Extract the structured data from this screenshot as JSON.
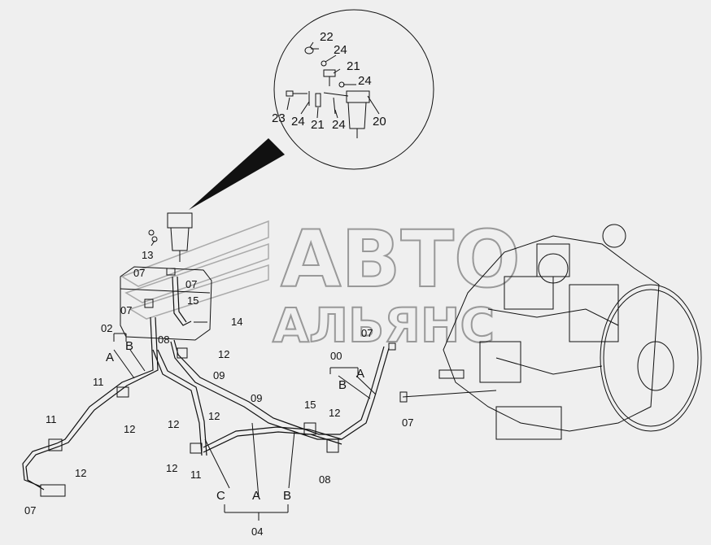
{
  "watermark": {
    "line1": "АВТО",
    "line2": "АЛЬЯНС"
  },
  "labels": {
    "p22": "22",
    "p24a": "24",
    "p21a": "21",
    "p24b": "24",
    "p23": "23",
    "p24c": "24",
    "p21b": "21",
    "p24d": "24",
    "p20": "20",
    "p13": "13",
    "p07a": "07",
    "p07b": "07",
    "p15a": "15",
    "p07c": "07",
    "p14": "14",
    "p02": "02",
    "pA1": "A",
    "pB1": "B",
    "p08a": "08",
    "p12a": "12",
    "p09a": "09",
    "p11a": "11",
    "p12b": "12",
    "p12c": "12",
    "p09b": "09",
    "p12d": "12",
    "p11b": "11",
    "p12e": "12",
    "p11c": "11",
    "p12f": "12",
    "p07d": "07",
    "p07e": "07",
    "p00": "00",
    "pB2": "B",
    "pA2": "A",
    "p15b": "15",
    "p12g": "12",
    "p08b": "08",
    "p07f": "07",
    "pC": "C",
    "pA3": "A",
    "pB3": "B",
    "p04": "04"
  }
}
